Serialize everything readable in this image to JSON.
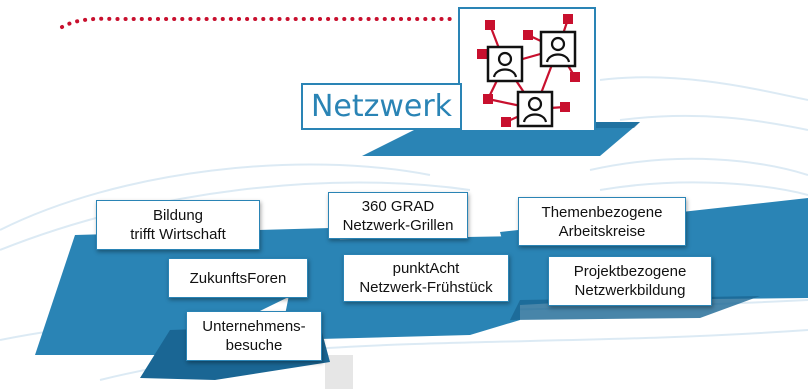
{
  "title": "Netzwerk",
  "icon": "network-people-icon",
  "colors": {
    "blue": "#2a84b5",
    "dark_blue": "#1a6694",
    "red": "#c8102e",
    "light_blue": "#cfe3f0"
  },
  "boxes": [
    {
      "id": "bildung",
      "label": "Bildung\ntrifft Wirtschaft"
    },
    {
      "id": "grillen",
      "label": "360 GRAD\nNetzwerk-Grillen"
    },
    {
      "id": "arbeitskreise",
      "label": "Themenbezogene\nArbeitskreise"
    },
    {
      "id": "zukunftsforen",
      "label": "ZukunftsForen"
    },
    {
      "id": "fruehstueck",
      "label": "punktAcht\nNetzwerk-Frühstück"
    },
    {
      "id": "projekt",
      "label": "Projektbezogene\nNetzwerkbildung"
    },
    {
      "id": "besuche",
      "label": "Unternehmens-\nbesuche"
    }
  ]
}
